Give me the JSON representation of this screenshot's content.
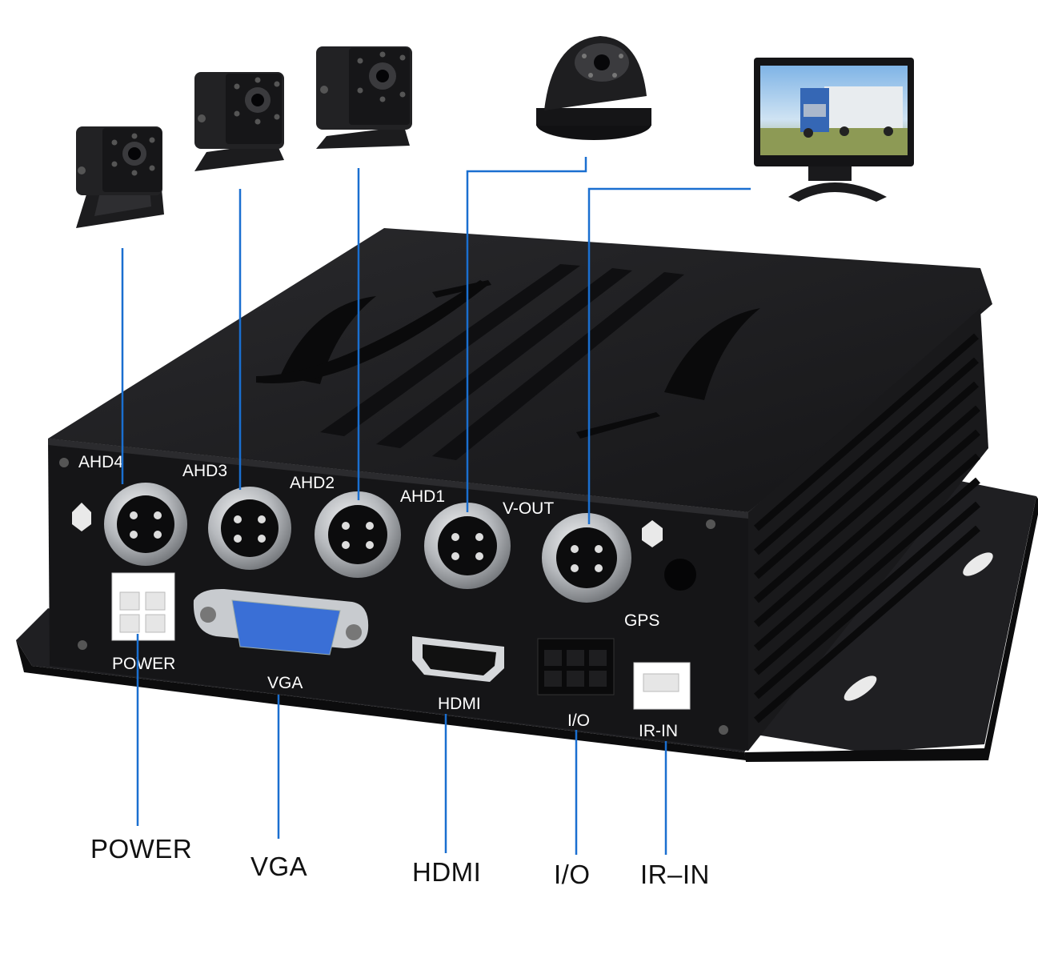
{
  "colors": {
    "wire": "#1a6fd0",
    "chassis": "#1b1b1d",
    "chassis_dark": "#0d0d0e",
    "connector": "#b9bcc0",
    "vga_blue": "#3a6fd6"
  },
  "icons": [
    "ahd-camera-icon",
    "dome-camera-icon",
    "monitor-icon",
    "dvr-unit-icon"
  ],
  "panel_labels": {
    "ahd4": "AHD4",
    "ahd3": "AHD3",
    "ahd2": "AHD2",
    "ahd1": "AHD1",
    "vout": "V-OUT",
    "gps": "GPS",
    "power": "POWER",
    "vga": "VGA",
    "hdmi": "HDMI",
    "io": "I/O",
    "irin": "IR-IN"
  },
  "callouts": {
    "power": "POWER",
    "vga": "VGA",
    "hdmi": "HDMI",
    "io": "I/O",
    "irin": "IR–IN"
  }
}
